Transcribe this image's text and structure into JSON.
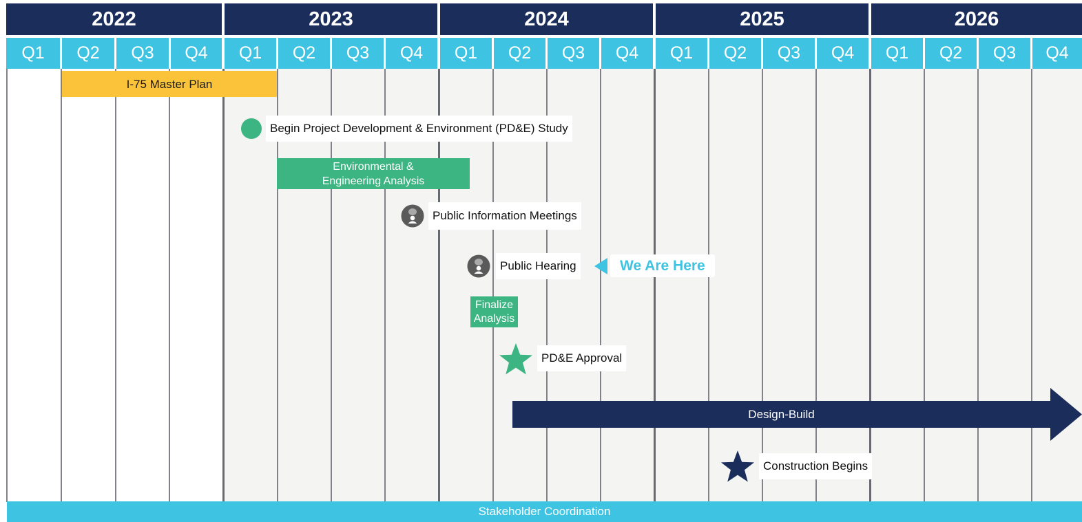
{
  "years": [
    "2022",
    "2023",
    "2024",
    "2025",
    "2026"
  ],
  "quarters": [
    "Q1",
    "Q2",
    "Q3",
    "Q4",
    "Q1",
    "Q2",
    "Q3",
    "Q4",
    "Q1",
    "Q2",
    "Q3",
    "Q4",
    "Q1",
    "Q2",
    "Q3",
    "Q4",
    "Q1",
    "Q2",
    "Q3",
    "Q4"
  ],
  "colors": {
    "navy": "#1b2d5b",
    "cyan": "#3ec4e2",
    "green": "#3db582",
    "gold": "#fbc33a",
    "gray_icon": "#5a5a5a",
    "background_shade": "#f4f4f3"
  },
  "items": {
    "master_plan": "I-75 Master Plan",
    "begin_pde": "Begin Project Development & Environment (PD&E) Study",
    "env_eng_line1": "Environmental &",
    "env_eng_line2": "Engineering Analysis",
    "public_info": "Public Information Meetings",
    "public_hearing": "Public Hearing",
    "we_are_here": "We Are Here",
    "finalize_line1": "Finalize",
    "finalize_line2": "Analysis",
    "pde_approval": "PD&E Approval",
    "design_build": "Design-Build",
    "construction": "Construction Begins"
  },
  "footer": "Stakeholder Coordination",
  "icons": {
    "begin_pde": "circle-milestone-icon",
    "public_info": "person-icon",
    "public_hearing": "person-icon",
    "we_are_here": "triangle-pointer-icon",
    "pde_approval": "star-icon",
    "construction": "star-icon"
  }
}
